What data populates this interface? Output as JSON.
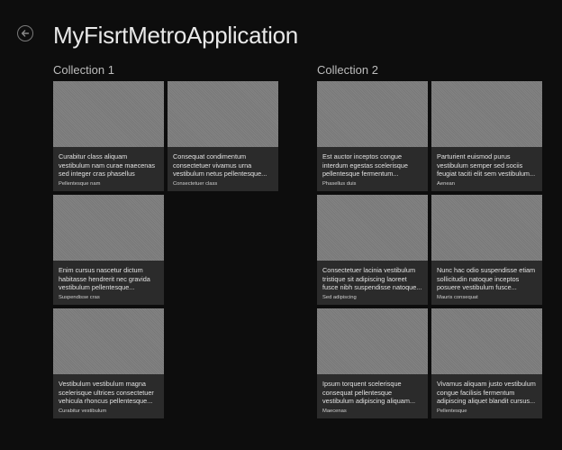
{
  "header": {
    "title": "MyFisrtMetroApplication",
    "back_icon": "back-arrow-circle-icon"
  },
  "groups": [
    {
      "title": "Collection 1",
      "items": [
        {
          "title": "Curabitur class aliquam vestibulum nam curae maecenas sed integer cras phasellus suspendisse...",
          "subtitle": "Pellentesque nam"
        },
        {
          "title": "Consequat condimentum consectetuer vivamus urna vestibulum netus pellentesque...",
          "subtitle": "Consectetuer class"
        },
        {
          "title": "Enim cursus nascetur dictum habitasse hendrerit nec gravida vestibulum pellentesque...",
          "subtitle": "Suspendisse cras"
        },
        {
          "title": "Vestibulum vestibulum magna scelerisque ultrices consectetuer vehicula rhoncus pellentesque...",
          "subtitle": "Curabitur vestibulum"
        }
      ]
    },
    {
      "title": "Collection 2",
      "items": [
        {
          "title": "Est auctor inceptos congue interdum egestas scelerisque pellentesque fermentum...",
          "subtitle": "Phasellus duis"
        },
        {
          "title": "Parturient euismod purus vestibulum semper sed sociis feugiat taciti elit sem vestibulum...",
          "subtitle": "Aenean"
        },
        {
          "title": "Consectetuer lacinia vestibulum tristique sit adipiscing laoreet fusce nibh suspendisse natoque...",
          "subtitle": "Sed adipiscing"
        },
        {
          "title": "Nunc hac odio suspendisse etiam sollicitudin natoque inceptos posuere vestibulum fusce...",
          "subtitle": "Mauris consequat"
        },
        {
          "title": "Ipsum torquent scelerisque consequat pellentesque vestibulum adipiscing aliquam...",
          "subtitle": "Maecenas"
        },
        {
          "title": "Vivamus aliquam justo vestibulum congue facilisis fermentum adipiscing aliquet blandit cursus...",
          "subtitle": "Pellentesque"
        }
      ]
    }
  ],
  "colors": {
    "background": "#0d0d0d",
    "tile_image": "#7e7e7e",
    "tile_text_bg": "#2b2b2b",
    "title_text": "#e8e8e8"
  }
}
